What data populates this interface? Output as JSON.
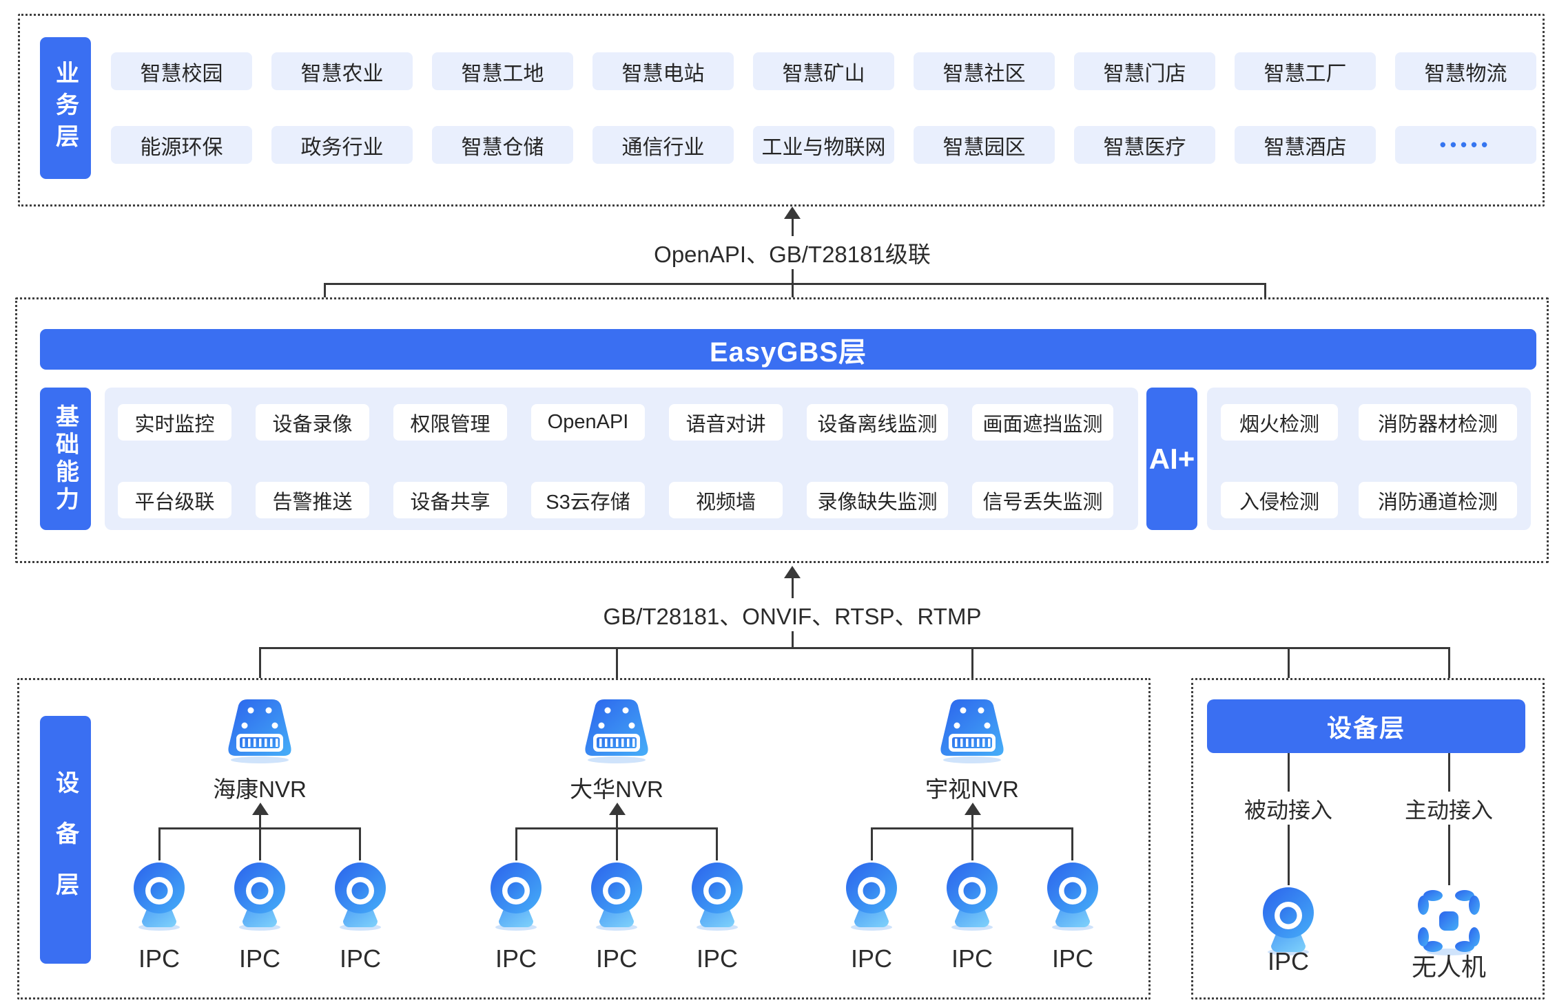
{
  "colors": {
    "primary": "#3a6ff2",
    "chip_bg": "#e9effd",
    "panel_bg": "#e8eefc",
    "line": "#383838",
    "icon_blue_dark": "#2b63ec",
    "icon_blue_light": "#46aef8"
  },
  "business": {
    "tab": "业务层",
    "row1": [
      "智慧校园",
      "智慧农业",
      "智慧工地",
      "智慧电站",
      "智慧矿山",
      "智慧社区",
      "智慧门店",
      "智慧工厂",
      "智慧物流"
    ],
    "row2": [
      "能源环保",
      "政务行业",
      "智慧仓储",
      "通信行业",
      "工业与物联网",
      "智慧园区",
      "智慧医疗",
      "智慧酒店"
    ],
    "more": "•••••"
  },
  "link_top": "OpenAPI、GB/T28181级联",
  "gbs": {
    "bar": "EasyGBS层",
    "tab": "基础能力",
    "row1": [
      "实时监控",
      "设备录像",
      "权限管理",
      "OpenAPI",
      "语音对讲",
      "设备离线监测",
      "画面遮挡监测"
    ],
    "row2": [
      "平台级联",
      "告警推送",
      "设备共享",
      "S3云存储",
      "视频墙",
      "录像缺失监测",
      "信号丢失监测"
    ],
    "ai_tab": "AI+",
    "ai_row1": [
      "烟火检测",
      "消防器材检测"
    ],
    "ai_row2": [
      "入侵检测",
      "消防通道检测"
    ]
  },
  "link_bottom": "GB/T28181、ONVIF、RTSP、RTMP",
  "devices_left": {
    "tab": "设备层",
    "groups": [
      {
        "nvr": "海康NVR",
        "ipc": [
          "IPC",
          "IPC",
          "IPC"
        ]
      },
      {
        "nvr": "大华NVR",
        "ipc": [
          "IPC",
          "IPC",
          "IPC"
        ]
      },
      {
        "nvr": "宇视NVR",
        "ipc": [
          "IPC",
          "IPC",
          "IPC"
        ]
      }
    ]
  },
  "devices_right": {
    "header": "设备层",
    "items": [
      {
        "mode": "被动接入",
        "device": "IPC"
      },
      {
        "mode": "主动接入",
        "device": "无人机"
      }
    ]
  }
}
